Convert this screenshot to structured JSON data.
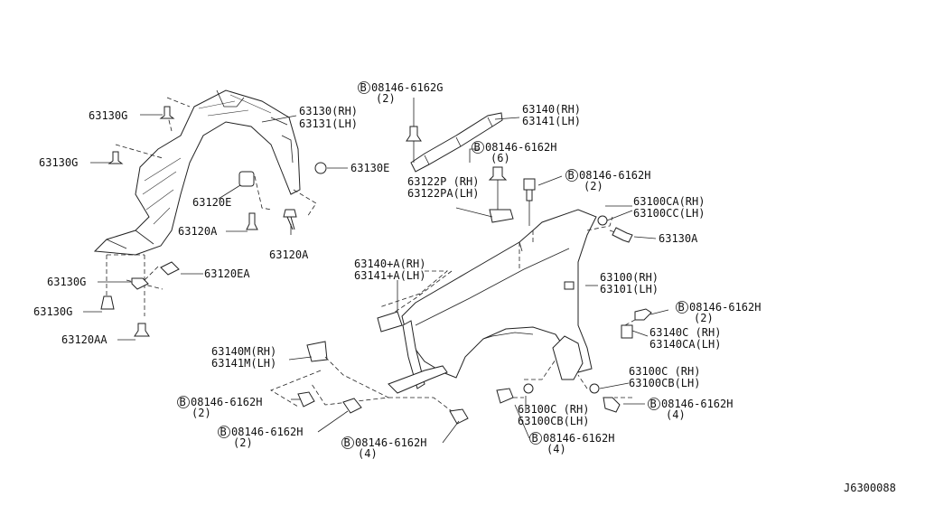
{
  "diagram_id": "J6300088",
  "bolt_symbol": "B",
  "labels": {
    "l63130G_top": "63130G",
    "l63130_rh": "63130(RH)",
    "l63131_lh": "63131(LH)",
    "l63130G_2": "63130G",
    "l63130E": "63130E",
    "l63120E": "63120E",
    "l63120A_1": "63120A",
    "l63120A_2": "63120A",
    "l63120EA": "63120EA",
    "l63130G_3": "63130G",
    "l63130G_4": "63130G",
    "l63120AA": "63120AA",
    "b_top_code": "08146-6162G",
    "b_top_qty": "(2)",
    "l63140_rh": "63140(RH)",
    "l63141_lh": "63141(LH)",
    "b_mid_code": "08146-6162H",
    "b_mid_qty": "(6)",
    "b_right1_code": "08146-6162H",
    "b_right1_qty": "(2)",
    "l63122P": "63122P (RH)",
    "l63122PA": "63122PA(LH)",
    "l63100CA": "63100CA(RH)",
    "l63100CC": "63100CC(LH)",
    "l63130A": "63130A",
    "l63140A": "63140+A(RH)",
    "l63141A": "63141+A(LH)",
    "l63100_rh": "63100(RH)",
    "l63101_lh": "63101(LH)",
    "b_right2_code": "08146-6162H",
    "b_right2_qty": "(2)",
    "l63140C": "63140C (RH)",
    "l63140CA": "63140CA(LH)",
    "l63140M": "63140M(RH)",
    "l63141M": "63141M(LH)",
    "l63100C_r": "63100C (RH)",
    "l63100CB_r": "63100CB(LH)",
    "b_right3_code": "08146-6162H",
    "b_right3_qty": "(4)",
    "b_left1_code": "08146-6162H",
    "b_left1_qty": "(2)",
    "b_left2_code": "08146-6162H",
    "b_left2_qty": "(2)",
    "b_bot1_code": "08146-6162H",
    "b_bot1_qty": "(4)",
    "l63100C_b": "63100C (RH)",
    "l63100CB_b": "63100CB(LH)",
    "b_bot2_code": "08146-6162H",
    "b_bot2_qty": "(4)"
  }
}
